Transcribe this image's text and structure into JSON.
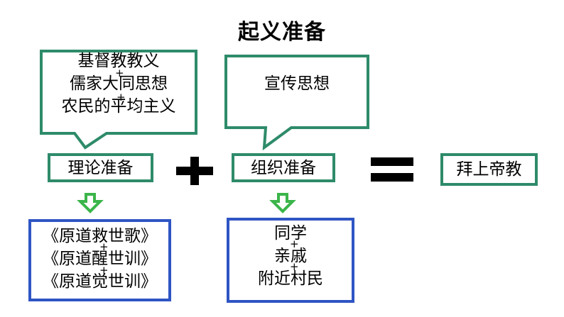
{
  "title": "起义准备",
  "callout_left": {
    "lines": [
      "基督教教义",
      "儒家大同思想",
      "农民的平均主义"
    ],
    "joiners": [
      "+",
      "+"
    ]
  },
  "callout_mid": {
    "text": "宣传思想"
  },
  "boxes": {
    "theory": "理论准备",
    "organize": "组织准备",
    "result": "拜上帝教"
  },
  "works": {
    "lines": [
      "《原道救世歌》",
      "《原道醒世训》",
      "《原道觉世训》"
    ],
    "joiners": [
      "+",
      "+"
    ]
  },
  "people": {
    "lines": [
      "同学",
      "亲戚",
      "附近村民"
    ],
    "joiners": [
      "+",
      "+"
    ]
  },
  "colors": {
    "green_border": "#2e8b6a",
    "blue_border": "#2f55c4",
    "arrow_green": "#3bb54a",
    "symbol": "#000000"
  },
  "icons": [
    "plus-sign-icon",
    "equals-sign-icon",
    "down-arrow-icon"
  ]
}
